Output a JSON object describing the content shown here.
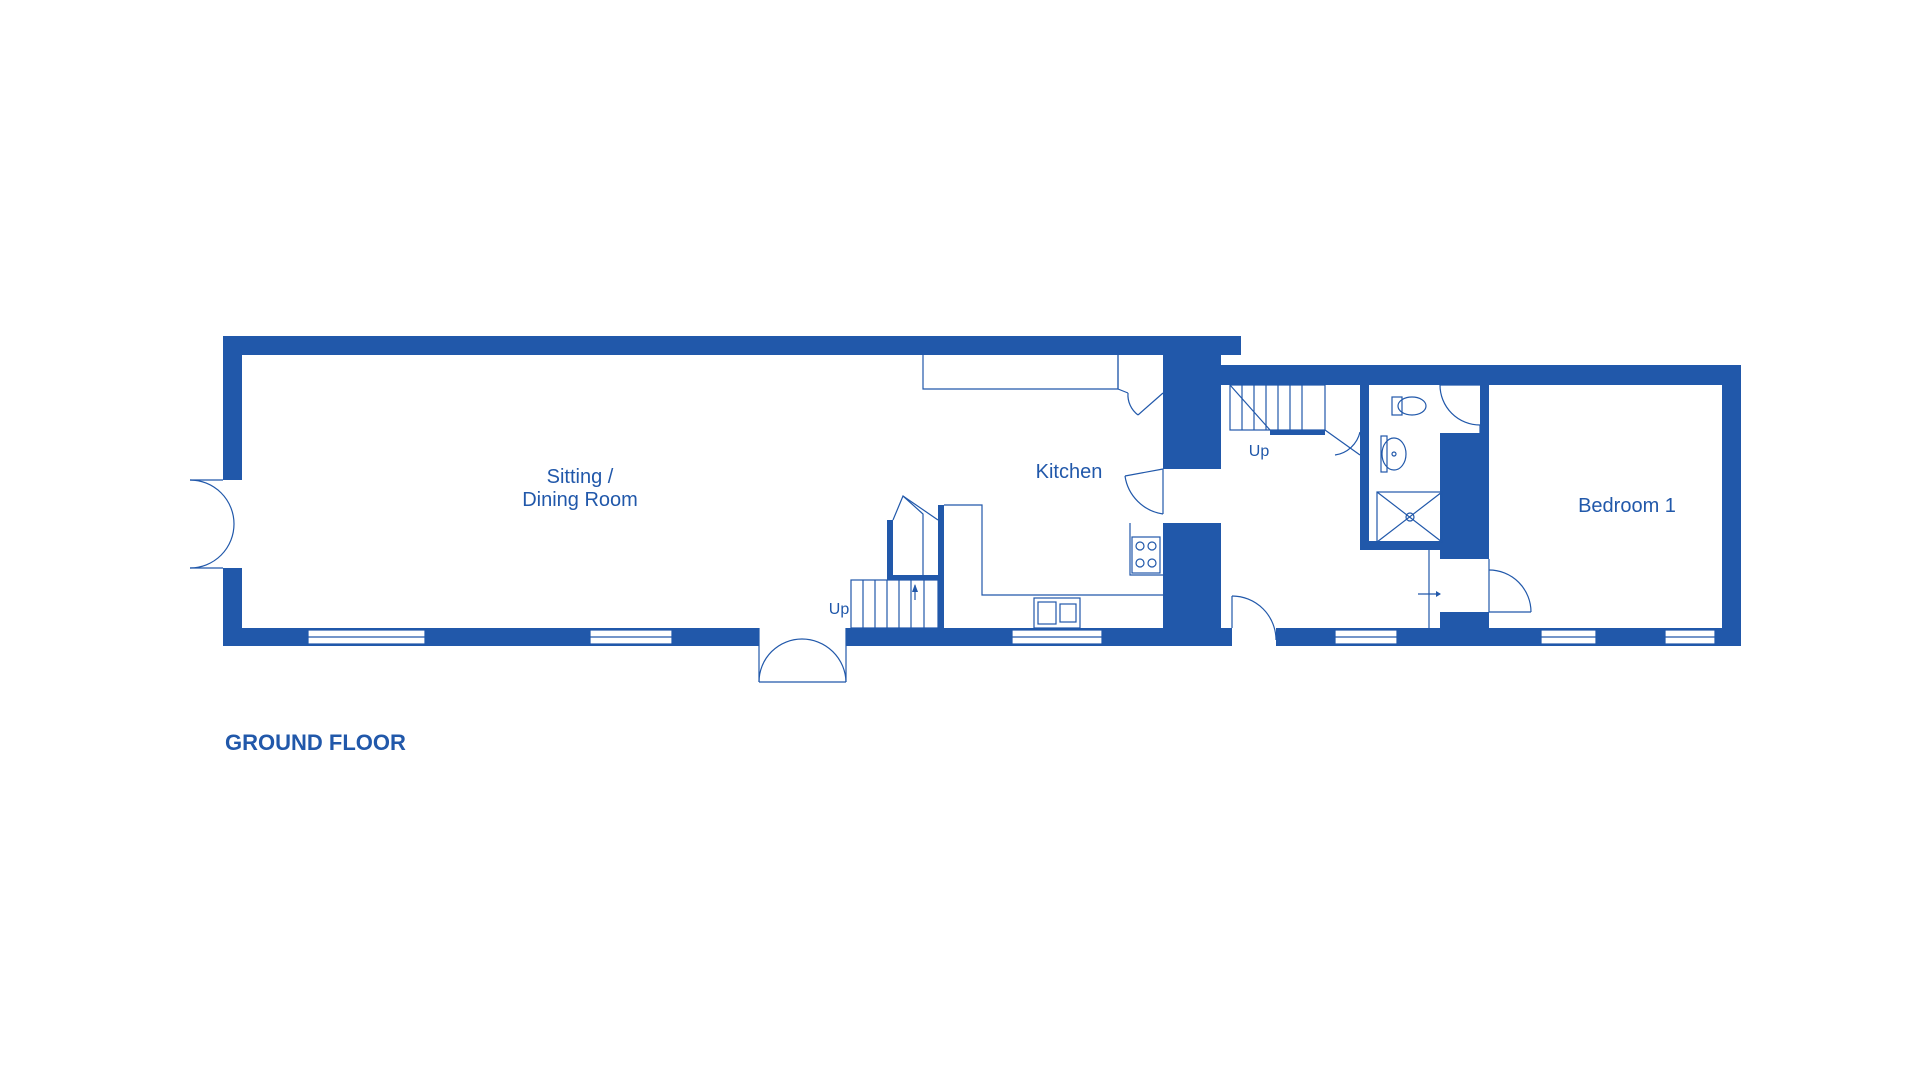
{
  "floor_title": "GROUND FLOOR",
  "rooms": {
    "sitting_line1": "Sitting /",
    "sitting_line2": "Dining Room",
    "kitchen": "Kitchen",
    "bedroom1": "Bedroom 1"
  },
  "stairs": {
    "main_up": "Up",
    "rear_up": "Up"
  },
  "colors": {
    "wall": "#2158aa",
    "background": "#ffffff"
  }
}
